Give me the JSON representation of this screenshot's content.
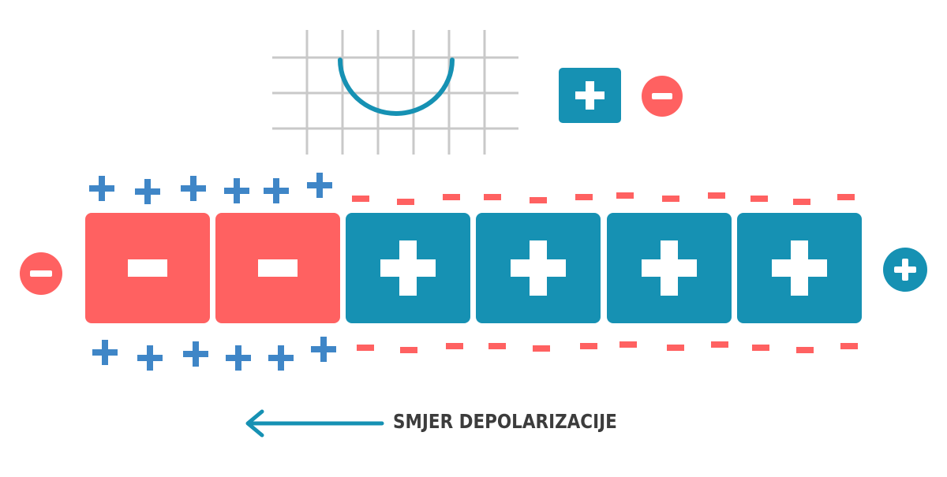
{
  "colors": {
    "teal": "#1691b3",
    "coral": "#ff6161",
    "blue_charge": "#3f86c7",
    "coral_charge": "#ff6161",
    "grid": "#c9c9c9",
    "caption": "#3c3c3c",
    "arrow": "#1691b3"
  },
  "icons": {
    "inset_grid": "ecg-grid-icon",
    "inset_curve": "wave-curve-icon",
    "legend_positive": "plus-square-icon",
    "legend_negative": "minus-circle-icon",
    "end_left": "minus-circle-icon",
    "end_right": "plus-circle-icon",
    "arrow": "arrow-left-icon"
  },
  "fiber": {
    "cells": [
      "negative",
      "negative",
      "positive",
      "positive",
      "positive",
      "positive"
    ]
  },
  "caption": {
    "text": "SMJER DEPOLARIZACIJE"
  }
}
